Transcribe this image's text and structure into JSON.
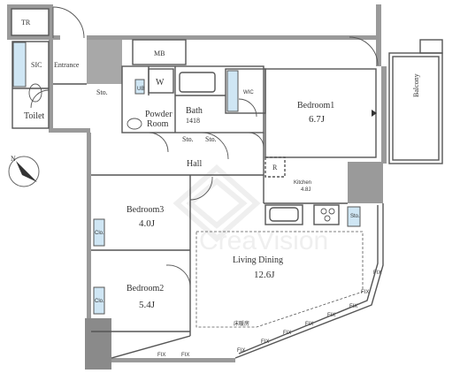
{
  "colors": {
    "wall": "#9a9a9a",
    "wall_dark": "#6f6f6f",
    "storage": "#cfe6f4",
    "line": "#555555",
    "watermark": "#e6e6e6"
  },
  "rooms": {
    "tr": "TR",
    "sic": "SIC",
    "entrance": "Entrance",
    "toilet": "Toilet",
    "mb": "MB",
    "w": "W",
    "ub": "UB",
    "powder": "Powder",
    "powder_room": "Room",
    "bath": "Bath",
    "bath_size": "1418",
    "wic": "WIC",
    "bedroom1": "Bedroom1",
    "bedroom1_size": "6.7J",
    "balcony": "Balcony",
    "sto_1": "Sto.",
    "sto_2": "Sto.",
    "sto_3": "Sto.",
    "sto_4": "Sto.",
    "hall": "Hall",
    "r": "R",
    "kitchen": "Kitchen",
    "kitchen_size": "4.8J",
    "bedroom3": "Bedroom3",
    "bedroom3_size": "4.0J",
    "clo_1": "Clo.",
    "living": "Living Dining",
    "living_size": "12.6J",
    "bedroom2": "Bedroom2",
    "bedroom2_size": "5.4J",
    "clo_2": "Clo.",
    "ceiling_note": "床暖房"
  },
  "window_marks": [
    "FIX",
    "FIX",
    "FIX",
    "FIX",
    "FIX",
    "FIX",
    "FIX",
    "FIX",
    "FIX",
    "FIX"
  ],
  "watermark": "CreaVision",
  "compass": {
    "label": "N",
    "icon": "north-arrow-icon"
  }
}
